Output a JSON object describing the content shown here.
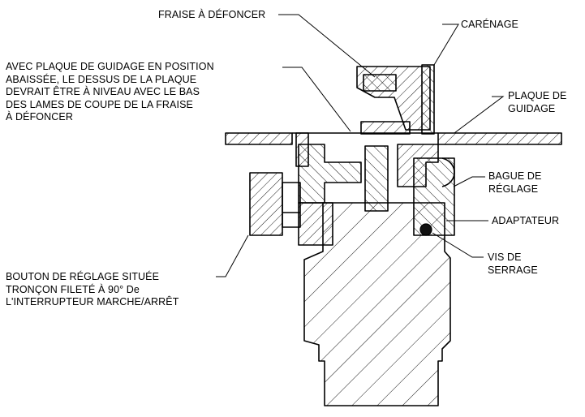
{
  "labels": {
    "fraise": "FRAISE À DÉFONCER",
    "carenage": "CARÉNAGE",
    "avec": [
      "AVEC PLAQUE DE GUIDAGE EN POSITION",
      "ABAISSÉE, LE DESSUS DE LA PLAQUE",
      "DEVRAIT ÊTRE À NIVEAU AVEC LE BAS",
      "DES LAMES DE COUPE DE LA FRAISE",
      "À DÉFONCER"
    ],
    "plaque": [
      "PLAQUE DE",
      "GUIDAGE"
    ],
    "bague": [
      "BAGUE DE",
      "RÉGLAGE"
    ],
    "adaptateur": "ADAPTATEUR",
    "vis": [
      "VIS DE",
      "SERRAGE"
    ],
    "bouton": [
      "BOUTON DE RÉGLAGE SITUÉE",
      "TRONÇON FILETÉ À 90° De",
      "L'INTERRUPTEUR MARCHE/ARRÊT"
    ]
  }
}
